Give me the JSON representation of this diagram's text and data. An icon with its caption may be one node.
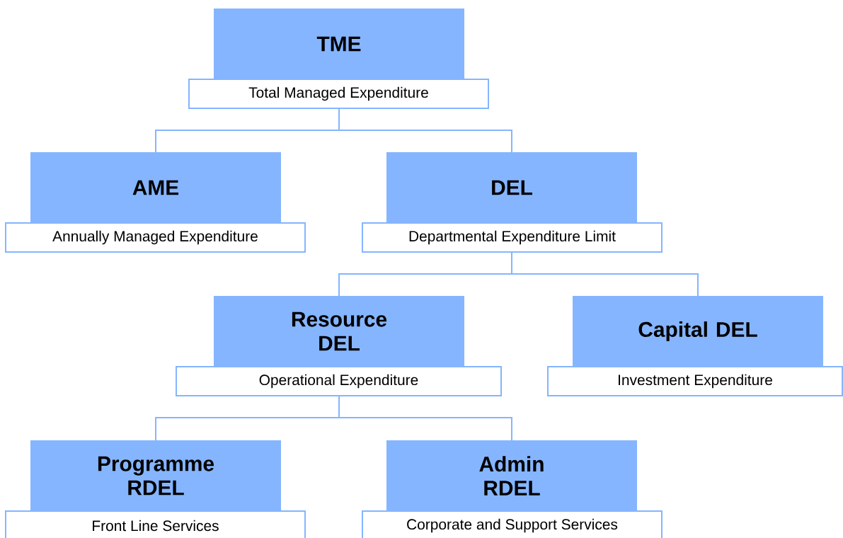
{
  "diagram": {
    "nodes": [
      {
        "text": [
          "TME",
          "Total Managed Expenditure"
        ]
      },
      {
        "text": [
          "AME",
          "Annually Managed Expenditure"
        ]
      },
      {
        "text": [
          "DEL",
          "Departmental Expenditure Limit"
        ]
      },
      {
        "text": [
          "Resource DEL",
          "Operational Expenditure"
        ]
      },
      {
        "text": [
          "Capital DEL",
          "Investment Expenditure"
        ]
      },
      {
        "text": [
          "Programme RDEL",
          "Front Line Services"
        ]
      },
      {
        "text": [
          "Admin RDEL",
          "Corporate and Support Services"
        ]
      }
    ],
    "edges": [
      {
        "from": 0,
        "to": 1,
        "arrow": "none"
      },
      {
        "from": 0,
        "to": 2,
        "arrow": "none"
      },
      {
        "from": 2,
        "to": 3,
        "arrow": "none"
      },
      {
        "from": 2,
        "to": 4,
        "arrow": "none"
      },
      {
        "from": 3,
        "to": 5,
        "arrow": "none"
      },
      {
        "from": 3,
        "to": 6,
        "arrow": "none"
      }
    ]
  }
}
